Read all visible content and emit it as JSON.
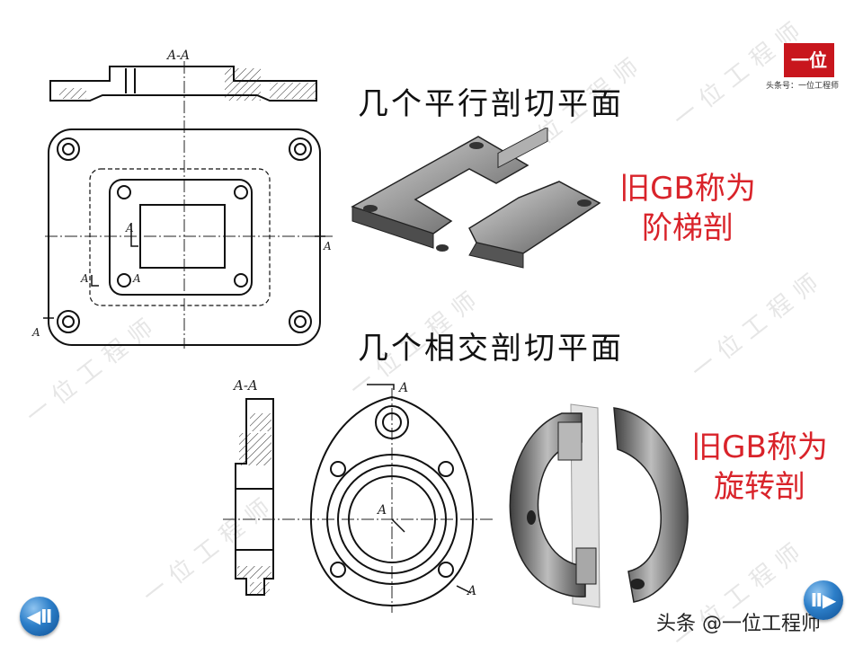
{
  "brand": {
    "logo_text": "一位",
    "subtitle": "头条号：一位工程师"
  },
  "watermark_text": "一位工程师",
  "section1": {
    "heading": "几个平行剖切平面",
    "note_line1": "旧GB称为",
    "note_line2": "阶梯剖"
  },
  "section2": {
    "heading": "几个相交剖切平面",
    "note_line1": "旧GB称为",
    "note_line2": "旋转剖"
  },
  "labels": {
    "section_aa": "A-A",
    "mark_a": "A"
  },
  "credit": "头条 @一位工程师",
  "nav": {
    "prev_label": "◀Ⅱ",
    "next_label": "Ⅱ▶"
  },
  "colors": {
    "accent_red": "#d9232a",
    "brand_red": "#c8161d",
    "nav_blue": "#2d7fc9"
  }
}
